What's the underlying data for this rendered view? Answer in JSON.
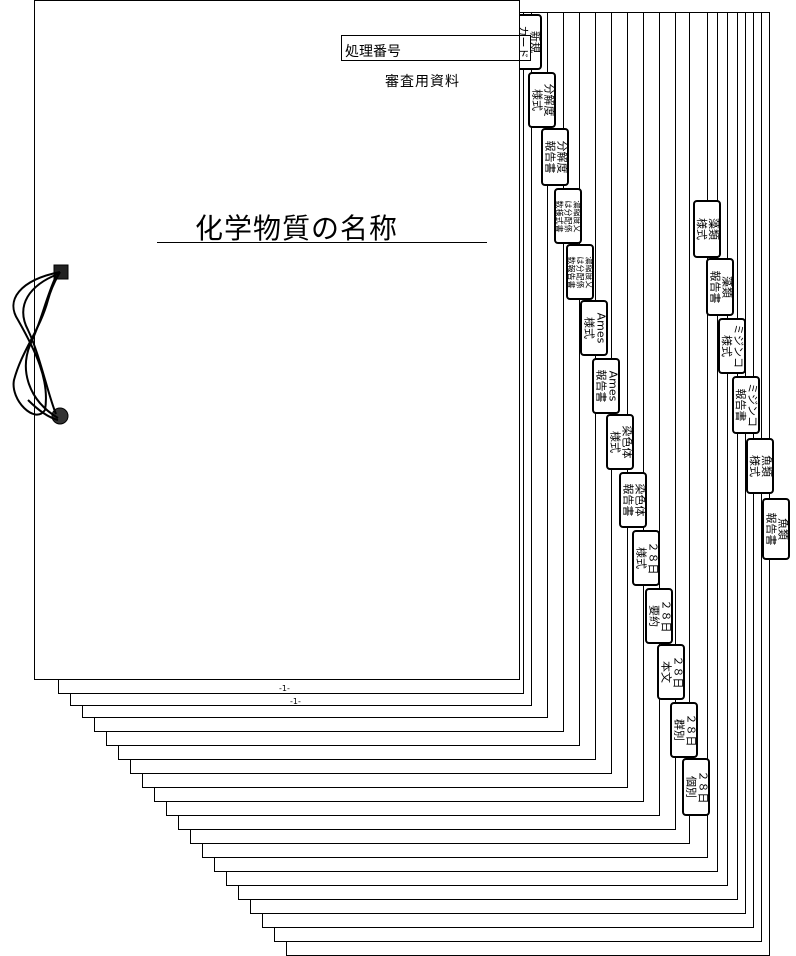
{
  "cover": {
    "process_number_label": "処理番号",
    "review_material": "審査用資料",
    "title": "化学物質の名称",
    "page_number_1": "-1-",
    "page_number_2": "-1-"
  },
  "tabs": [
    {
      "label": "新規\nカード"
    },
    {
      "label": "分解度\n様式"
    },
    {
      "label": "分解度\n報告書"
    },
    {
      "label": "濃縮度又\nは分配係\n数様式書"
    },
    {
      "label": "濃縮度又\nは分配係\n数報告書"
    },
    {
      "label": "Ames\n様式"
    },
    {
      "label": "Ames\n報告書"
    },
    {
      "label": "染色体\n様式"
    },
    {
      "label": "染色体\n報告書"
    },
    {
      "label": "２８日\n様式"
    },
    {
      "label": "２８日\n要約"
    },
    {
      "label": "２８日\n本文"
    },
    {
      "label": "２８日\n群別"
    },
    {
      "label": "２８日\n個別"
    },
    {
      "label": "藻類\n様式"
    },
    {
      "label": "藻類\n報告書"
    },
    {
      "label": "ミジンコ\n様式"
    },
    {
      "label": "ミジンコ\n報告書"
    },
    {
      "label": "魚類\n様式"
    },
    {
      "label": "魚類\n報告書"
    }
  ]
}
